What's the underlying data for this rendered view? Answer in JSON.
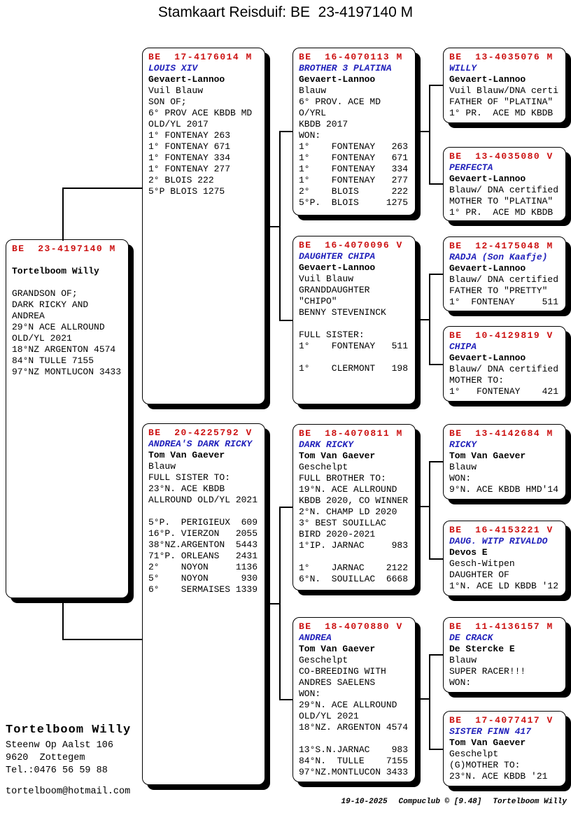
{
  "title": "Stamkaart Reisduif: BE  23-4197140 M",
  "colors": {
    "ring_red": "#cc1111",
    "name_blue": "#2222bb"
  },
  "boxes": [
    {
      "role": "subject",
      "lines": [
        {
          "s": "ring",
          "t": "BE  23-4197140 M"
        },
        {
          "s": "plain",
          "t": ""
        },
        {
          "s": "breeder",
          "t": "Tortelboom Willy"
        },
        {
          "s": "plain",
          "t": ""
        },
        {
          "s": "plain",
          "t": "GRANDSON OF;"
        },
        {
          "s": "plain",
          "t": "DARK RICKY AND"
        },
        {
          "s": "plain",
          "t": "ANDREA"
        },
        {
          "s": "plain",
          "t": "29°N ACE ALLROUND"
        },
        {
          "s": "plain",
          "t": "OLD/YL 2021"
        },
        {
          "s": "plain",
          "t": "18°NZ ARGENTON 4574"
        },
        {
          "s": "plain",
          "t": "84°N TULLE 7155"
        },
        {
          "s": "plain",
          "t": "97°NZ MONTLUCON 3433"
        }
      ]
    },
    {
      "role": "sire",
      "lines": [
        {
          "s": "ring",
          "t": "BE  17-4176014 M"
        },
        {
          "s": "name",
          "t": "LOUIS XIV"
        },
        {
          "s": "breeder",
          "t": "Gevaert-Lannoo"
        },
        {
          "s": "plain",
          "t": "Vuil Blauw"
        },
        {
          "s": "plain",
          "t": "SON OF;"
        },
        {
          "s": "plain",
          "t": "6° PROV ACE KBDB MD"
        },
        {
          "s": "plain",
          "t": "OLD/YL 2017"
        },
        {
          "s": "plain",
          "t": "1° FONTENAY 263"
        },
        {
          "s": "plain",
          "t": "1° FONTENAY 671"
        },
        {
          "s": "plain",
          "t": "1° FONTENAY 334"
        },
        {
          "s": "plain",
          "t": "1° FONTENAY 277"
        },
        {
          "s": "plain",
          "t": "2° BLOIS 222"
        },
        {
          "s": "plain",
          "t": "5°P BLOIS 1275"
        }
      ]
    },
    {
      "role": "dam",
      "lines": [
        {
          "s": "ring",
          "t": "BE  20-4225792 V"
        },
        {
          "s": "name",
          "t": "ANDREA'S DARK RICKY"
        },
        {
          "s": "breeder",
          "t": "Tom Van Gaever"
        },
        {
          "s": "plain",
          "t": "Blauw"
        },
        {
          "s": "plain",
          "t": "FULL SISTER TO:"
        },
        {
          "s": "plain",
          "t": "23°N. ACE KBDB"
        },
        {
          "s": "plain",
          "t": "ALLROUND OLD/YL 2021"
        },
        {
          "s": "plain",
          "t": ""
        },
        {
          "s": "plain",
          "t": "5°P.  PERIGIEUX  609"
        },
        {
          "s": "plain",
          "t": "16°P. VIERZON   2055"
        },
        {
          "s": "plain",
          "t": "38°NZ.ARGENTON  5443"
        },
        {
          "s": "plain",
          "t": "71°P. ORLEANS   2431"
        },
        {
          "s": "plain",
          "t": "2°    NOYON     1136"
        },
        {
          "s": "plain",
          "t": "5°    NOYON      930"
        },
        {
          "s": "plain",
          "t": "6°    SERMAISES 1339"
        }
      ]
    },
    {
      "role": "sire-sire",
      "lines": [
        {
          "s": "ring",
          "t": "BE  16-4070113 M"
        },
        {
          "s": "name",
          "t": "BROTHER 3 PLATINA"
        },
        {
          "s": "breeder",
          "t": "Gevaert-Lannoo"
        },
        {
          "s": "plain",
          "t": "Blauw"
        },
        {
          "s": "plain",
          "t": "6° PROV. ACE MD"
        },
        {
          "s": "plain",
          "t": "O/YRL"
        },
        {
          "s": "plain",
          "t": "KBDB 2017"
        },
        {
          "s": "plain",
          "t": "WON:"
        },
        {
          "s": "plain",
          "t": "1°    FONTENAY   263"
        },
        {
          "s": "plain",
          "t": "1°    FONTENAY   671"
        },
        {
          "s": "plain",
          "t": "1°    FONTENAY   334"
        },
        {
          "s": "plain",
          "t": "1°    FONTENAY   277"
        },
        {
          "s": "plain",
          "t": "2°    BLOIS      222"
        },
        {
          "s": "plain",
          "t": "5°P.  BLOIS     1275"
        }
      ]
    },
    {
      "role": "sire-dam",
      "lines": [
        {
          "s": "ring",
          "t": "BE  16-4070096 V"
        },
        {
          "s": "name",
          "t": "DAUGHTER CHIPA"
        },
        {
          "s": "breeder",
          "t": "Gevaert-Lannoo"
        },
        {
          "s": "plain",
          "t": "Vuil Blauw"
        },
        {
          "s": "plain",
          "t": "GRANDDAUGHTER"
        },
        {
          "s": "plain",
          "t": "\"CHIPO\""
        },
        {
          "s": "plain",
          "t": "BENNY STEVENINCK"
        },
        {
          "s": "plain",
          "t": ""
        },
        {
          "s": "plain",
          "t": "FULL SISTER:"
        },
        {
          "s": "plain",
          "t": "1°    FONTENAY   511"
        },
        {
          "s": "plain",
          "t": ""
        },
        {
          "s": "plain",
          "t": "1°    CLERMONT   198"
        }
      ]
    },
    {
      "role": "dam-sire",
      "lines": [
        {
          "s": "ring",
          "t": "BE  18-4070811 M"
        },
        {
          "s": "name",
          "t": "DARK RICKY"
        },
        {
          "s": "breeder",
          "t": "Tom Van Gaever"
        },
        {
          "s": "plain",
          "t": "Geschelpt"
        },
        {
          "s": "plain",
          "t": "FULL BROTHER TO:"
        },
        {
          "s": "plain",
          "t": "19°N. ACE ALLROUND"
        },
        {
          "s": "plain",
          "t": "KBDB 2020, CO WINNER"
        },
        {
          "s": "plain",
          "t": "2°N. CHAMP LD 2020"
        },
        {
          "s": "plain",
          "t": "3° BEST SOUILLAC"
        },
        {
          "s": "plain",
          "t": "BIRD 2020-2021"
        },
        {
          "s": "plain",
          "t": "1°IP. JARNAC     983"
        },
        {
          "s": "plain",
          "t": ""
        },
        {
          "s": "plain",
          "t": "1°    JARNAC    2122"
        },
        {
          "s": "plain",
          "t": "6°N.  SOUILLAC  6668"
        }
      ]
    },
    {
      "role": "dam-dam",
      "lines": [
        {
          "s": "ring",
          "t": "BE  18-4070880 V"
        },
        {
          "s": "name",
          "t": "ANDREA"
        },
        {
          "s": "breeder",
          "t": "Tom Van Gaever"
        },
        {
          "s": "plain",
          "t": "Geschelpt"
        },
        {
          "s": "plain",
          "t": "CO-BREEDING WITH"
        },
        {
          "s": "plain",
          "t": "ANDRES SAELENS"
        },
        {
          "s": "plain",
          "t": "WON:"
        },
        {
          "s": "plain",
          "t": "29°N. ACE ALLROUND"
        },
        {
          "s": "plain",
          "t": "OLD/YL 2021"
        },
        {
          "s": "plain",
          "t": "18°NZ. ARGENTON 4574"
        },
        {
          "s": "plain",
          "t": ""
        },
        {
          "s": "plain",
          "t": "13°S.N.JARNAC    983"
        },
        {
          "s": "plain",
          "t": "84°N.  TULLE    7155"
        },
        {
          "s": "plain",
          "t": "97°NZ.MONTLUCON 3433"
        }
      ]
    },
    {
      "role": "sire-sire-sire",
      "lines": [
        {
          "s": "ring",
          "t": "BE  13-4035076 M"
        },
        {
          "s": "name",
          "t": "WILLY"
        },
        {
          "s": "breeder",
          "t": "Gevaert-Lannoo"
        },
        {
          "s": "plain",
          "t": "Vuil Blauw/DNA certi"
        },
        {
          "s": "plain",
          "t": "FATHER OF \"PLATINA\""
        },
        {
          "s": "plain",
          "t": "1° PR.  ACE MD KBDB"
        }
      ]
    },
    {
      "role": "sire-sire-dam",
      "lines": [
        {
          "s": "ring",
          "t": "BE  13-4035080 V"
        },
        {
          "s": "name",
          "t": "PERFECTA"
        },
        {
          "s": "breeder",
          "t": "Gevaert-Lannoo"
        },
        {
          "s": "plain",
          "t": "Blauw/ DNA certified"
        },
        {
          "s": "plain",
          "t": "MOTHER TO \"PLATINA\""
        },
        {
          "s": "plain",
          "t": "1° PR.  ACE MD KBDB"
        }
      ]
    },
    {
      "role": "sire-dam-sire",
      "lines": [
        {
          "s": "ring",
          "t": "BE  12-4175048 M"
        },
        {
          "s": "name",
          "t": "RADJA (Son Kaafje)"
        },
        {
          "s": "breeder",
          "t": "Gevaert-Lannoo"
        },
        {
          "s": "plain",
          "t": "Blauw/ DNA certified"
        },
        {
          "s": "plain",
          "t": "FATHER TO \"PRETTY\""
        },
        {
          "s": "plain",
          "t": "1°  FONTENAY     511"
        }
      ]
    },
    {
      "role": "sire-dam-dam",
      "lines": [
        {
          "s": "ring",
          "t": "BE  10-4129819 V"
        },
        {
          "s": "name",
          "t": "CHIPA"
        },
        {
          "s": "breeder",
          "t": "Gevaert-Lannoo"
        },
        {
          "s": "plain",
          "t": "Blauw/ DNA certified"
        },
        {
          "s": "plain",
          "t": "MOTHER TO:"
        },
        {
          "s": "plain",
          "t": "1°   FONTENAY    421"
        }
      ]
    },
    {
      "role": "dam-sire-sire",
      "lines": [
        {
          "s": "ring",
          "t": "BE  13-4142684 M"
        },
        {
          "s": "name",
          "t": "RICKY"
        },
        {
          "s": "breeder",
          "t": "Tom Van Gaever"
        },
        {
          "s": "plain",
          "t": "Blauw"
        },
        {
          "s": "plain",
          "t": "WON:"
        },
        {
          "s": "plain",
          "t": "9°N. ACE KBDB HMD'14"
        }
      ]
    },
    {
      "role": "dam-sire-dam",
      "lines": [
        {
          "s": "ring",
          "t": "BE  16-4153221 V"
        },
        {
          "s": "name",
          "t": "DAUG. WITP RIVALDO"
        },
        {
          "s": "breeder",
          "t": "Devos E"
        },
        {
          "s": "plain",
          "t": "Gesch-Witpen"
        },
        {
          "s": "plain",
          "t": "DAUGHTER OF"
        },
        {
          "s": "plain",
          "t": "1°N. ACE LD KBDB '12"
        }
      ]
    },
    {
      "role": "dam-dam-sire",
      "lines": [
        {
          "s": "ring",
          "t": "BE  11-4136157 M"
        },
        {
          "s": "name",
          "t": "DE CRACK"
        },
        {
          "s": "breeder",
          "t": "De Stercke E"
        },
        {
          "s": "plain",
          "t": "Blauw"
        },
        {
          "s": "plain",
          "t": "SUPER RACER!!!"
        },
        {
          "s": "plain",
          "t": "WON:"
        }
      ]
    },
    {
      "role": "dam-dam-dam",
      "lines": [
        {
          "s": "ring",
          "t": "BE  17-4077417 V"
        },
        {
          "s": "name",
          "t": "SISTER FINN 417"
        },
        {
          "s": "breeder",
          "t": "Tom Van Gaever"
        },
        {
          "s": "plain",
          "t": "Geschelpt"
        },
        {
          "s": "plain",
          "t": "(G)MOTHER TO:"
        },
        {
          "s": "plain",
          "t": "23°N. ACE KBDB '21"
        }
      ]
    }
  ],
  "footer": {
    "owner": "Tortelboom Willy",
    "address_line1": "Steenw Op Aalst 106",
    "address_line2": "9620  Zottegem",
    "phone": "Tel.:0476 56 59 88",
    "email": "tortelboom@hotmail.com",
    "print_date": "19-10-2025",
    "software": "Compuclub © [9.48]",
    "printed_by": "Tortelboom Willy"
  }
}
